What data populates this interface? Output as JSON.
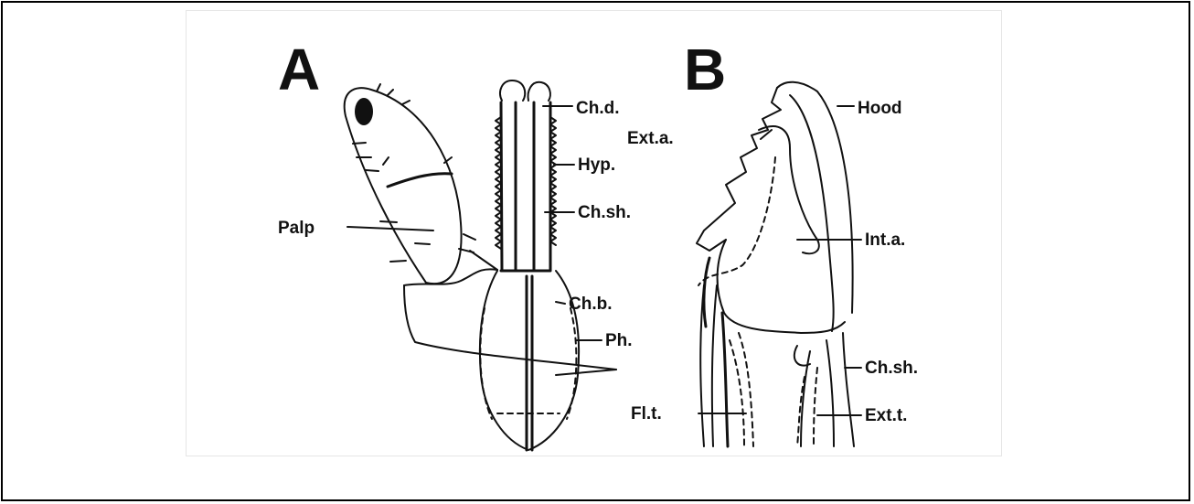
{
  "figure": {
    "panel_a": {
      "letter": "A",
      "labels": {
        "chd": "Ch.d.",
        "hyp": "Hyp.",
        "chsh": "Ch.sh.",
        "palp": "Palp",
        "chb": "Ch.b.",
        "ph": "Ph."
      }
    },
    "panel_b": {
      "letter": "B",
      "labels": {
        "hood": "Hood",
        "exta": "Ext.a.",
        "inta": "Int.a.",
        "chsh": "Ch.sh.",
        "flt": "Fl.t.",
        "extt": "Ext.t."
      }
    }
  }
}
